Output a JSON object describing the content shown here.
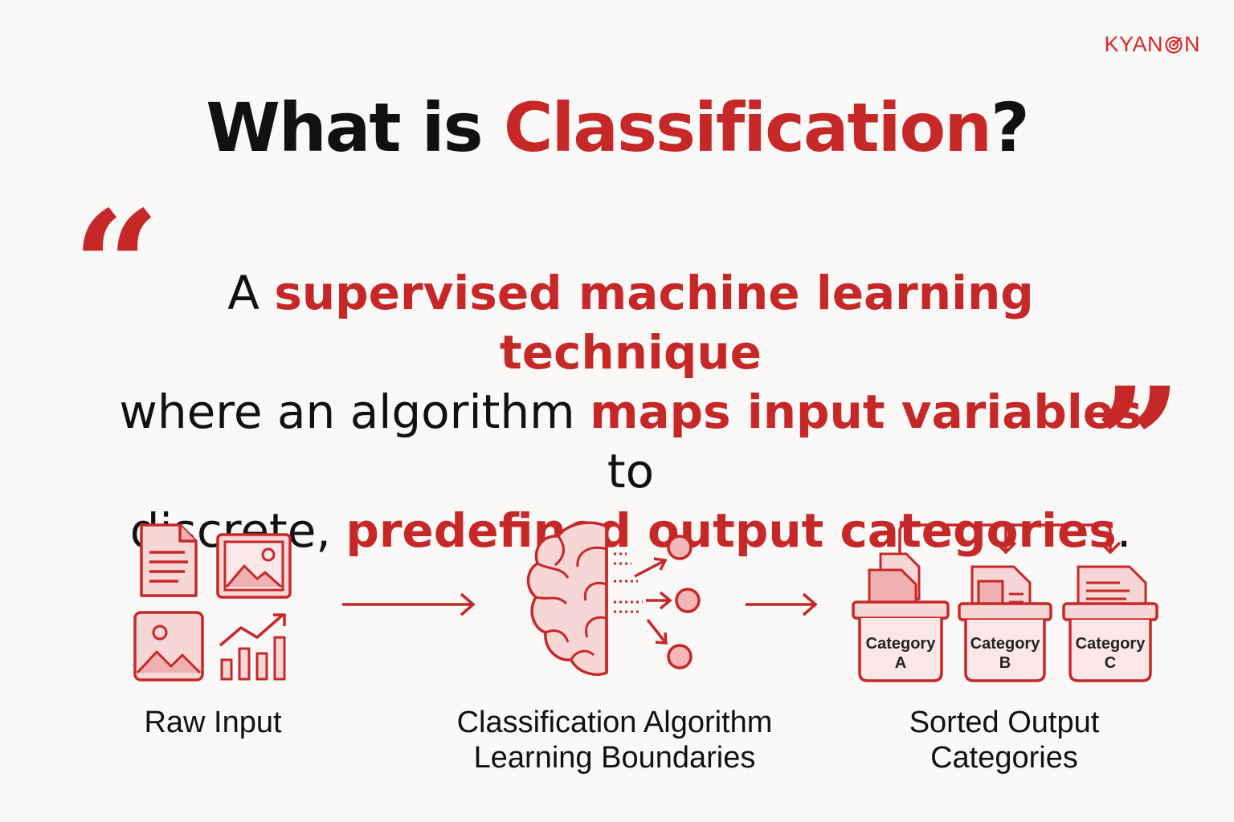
{
  "brand": {
    "name_left": "KYAN",
    "name_right": "N",
    "mark_icon": "target-icon",
    "color": "#d42a2a"
  },
  "title": {
    "plain": "What is ",
    "accent": "Classification",
    "suffix": "?"
  },
  "definition": {
    "open_quote": "“",
    "close_quote": "”",
    "line1": {
      "plain": "A ",
      "highlight": "supervised machine learning technique"
    },
    "line2": {
      "plain": "where an algorithm ",
      "highlight": "maps input variables",
      "suffix": " to"
    },
    "line3": {
      "plain": "discrete, ",
      "highlight": "predefined output categories",
      "suffix": "."
    }
  },
  "diagram": {
    "stages": [
      {
        "id": "input",
        "label_lines": [
          "Raw Input"
        ],
        "icons": [
          "document-icon",
          "image-icon",
          "photo-icon",
          "bar-chart-icon"
        ]
      },
      {
        "id": "algorithm",
        "label_lines": [
          "Classification Algorithm",
          "Learning Boundaries"
        ],
        "icons": [
          "brain-icon",
          "decision-node-icon"
        ]
      },
      {
        "id": "output",
        "label_lines": [
          "Sorted Output",
          "Categories"
        ],
        "icons": [
          "bin-icon"
        ]
      }
    ],
    "categories": [
      {
        "line1": "Category",
        "line2": "A"
      },
      {
        "line1": "Category",
        "line2": "B"
      },
      {
        "line1": "Category",
        "line2": "C"
      }
    ]
  },
  "colors": {
    "accent": "#c62828",
    "icon_fill": "#f7d6d6",
    "text": "#111111",
    "background": "#faf9f8"
  }
}
